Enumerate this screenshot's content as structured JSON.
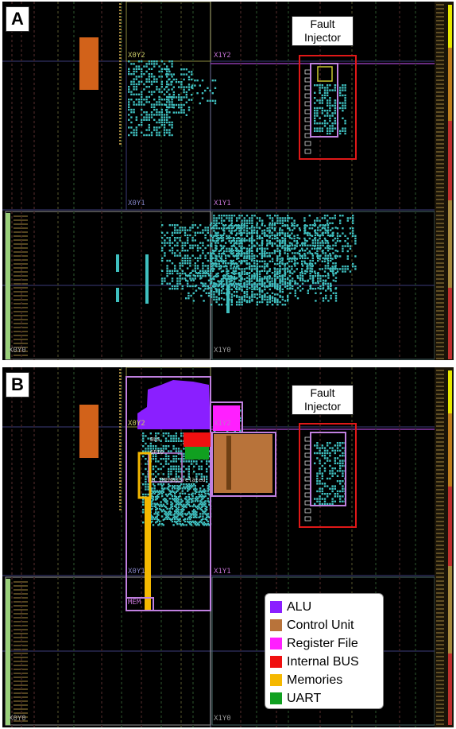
{
  "panels": [
    {
      "letter": "A",
      "fault_injector_label": "Fault Injector",
      "regions": {
        "x0y2": "X0Y2",
        "x1y2": "X1Y2",
        "x0y1": "X0Y1",
        "x1y1": "X1Y1",
        "x0y0": "X0Y0",
        "x1y0": "X1Y0"
      }
    },
    {
      "letter": "B",
      "fault_injector_label": "Fault Injector",
      "regions": {
        "x0y2": "X0Y2",
        "x1y2": "X1Y2",
        "x0y1": "X0Y1",
        "x1y1": "X1Y1",
        "x0y0": "X0Y0",
        "x1y0": "X1Y0"
      },
      "block_labels": {
        "bus": "BUS",
        "gpio": "GPIO",
        "mem": "MEM",
        "membus": "M  IMEMBUSrelated"
      }
    }
  ],
  "legend": [
    {
      "label": "ALU",
      "color": "#8a1fff"
    },
    {
      "label": "Control Unit",
      "color": "#b8733a"
    },
    {
      "label": "Register File",
      "color": "#ff1fff"
    },
    {
      "label": "Internal BUS",
      "color": "#f01010"
    },
    {
      "label": "Memories",
      "color": "#f5b800"
    },
    {
      "label": "UART",
      "color": "#10a020"
    }
  ],
  "colors": {
    "cells": "#3fbfbf",
    "fault_injector_box": "#e01818",
    "pblock": "#c080e0",
    "orange_block": "#d2621a"
  }
}
